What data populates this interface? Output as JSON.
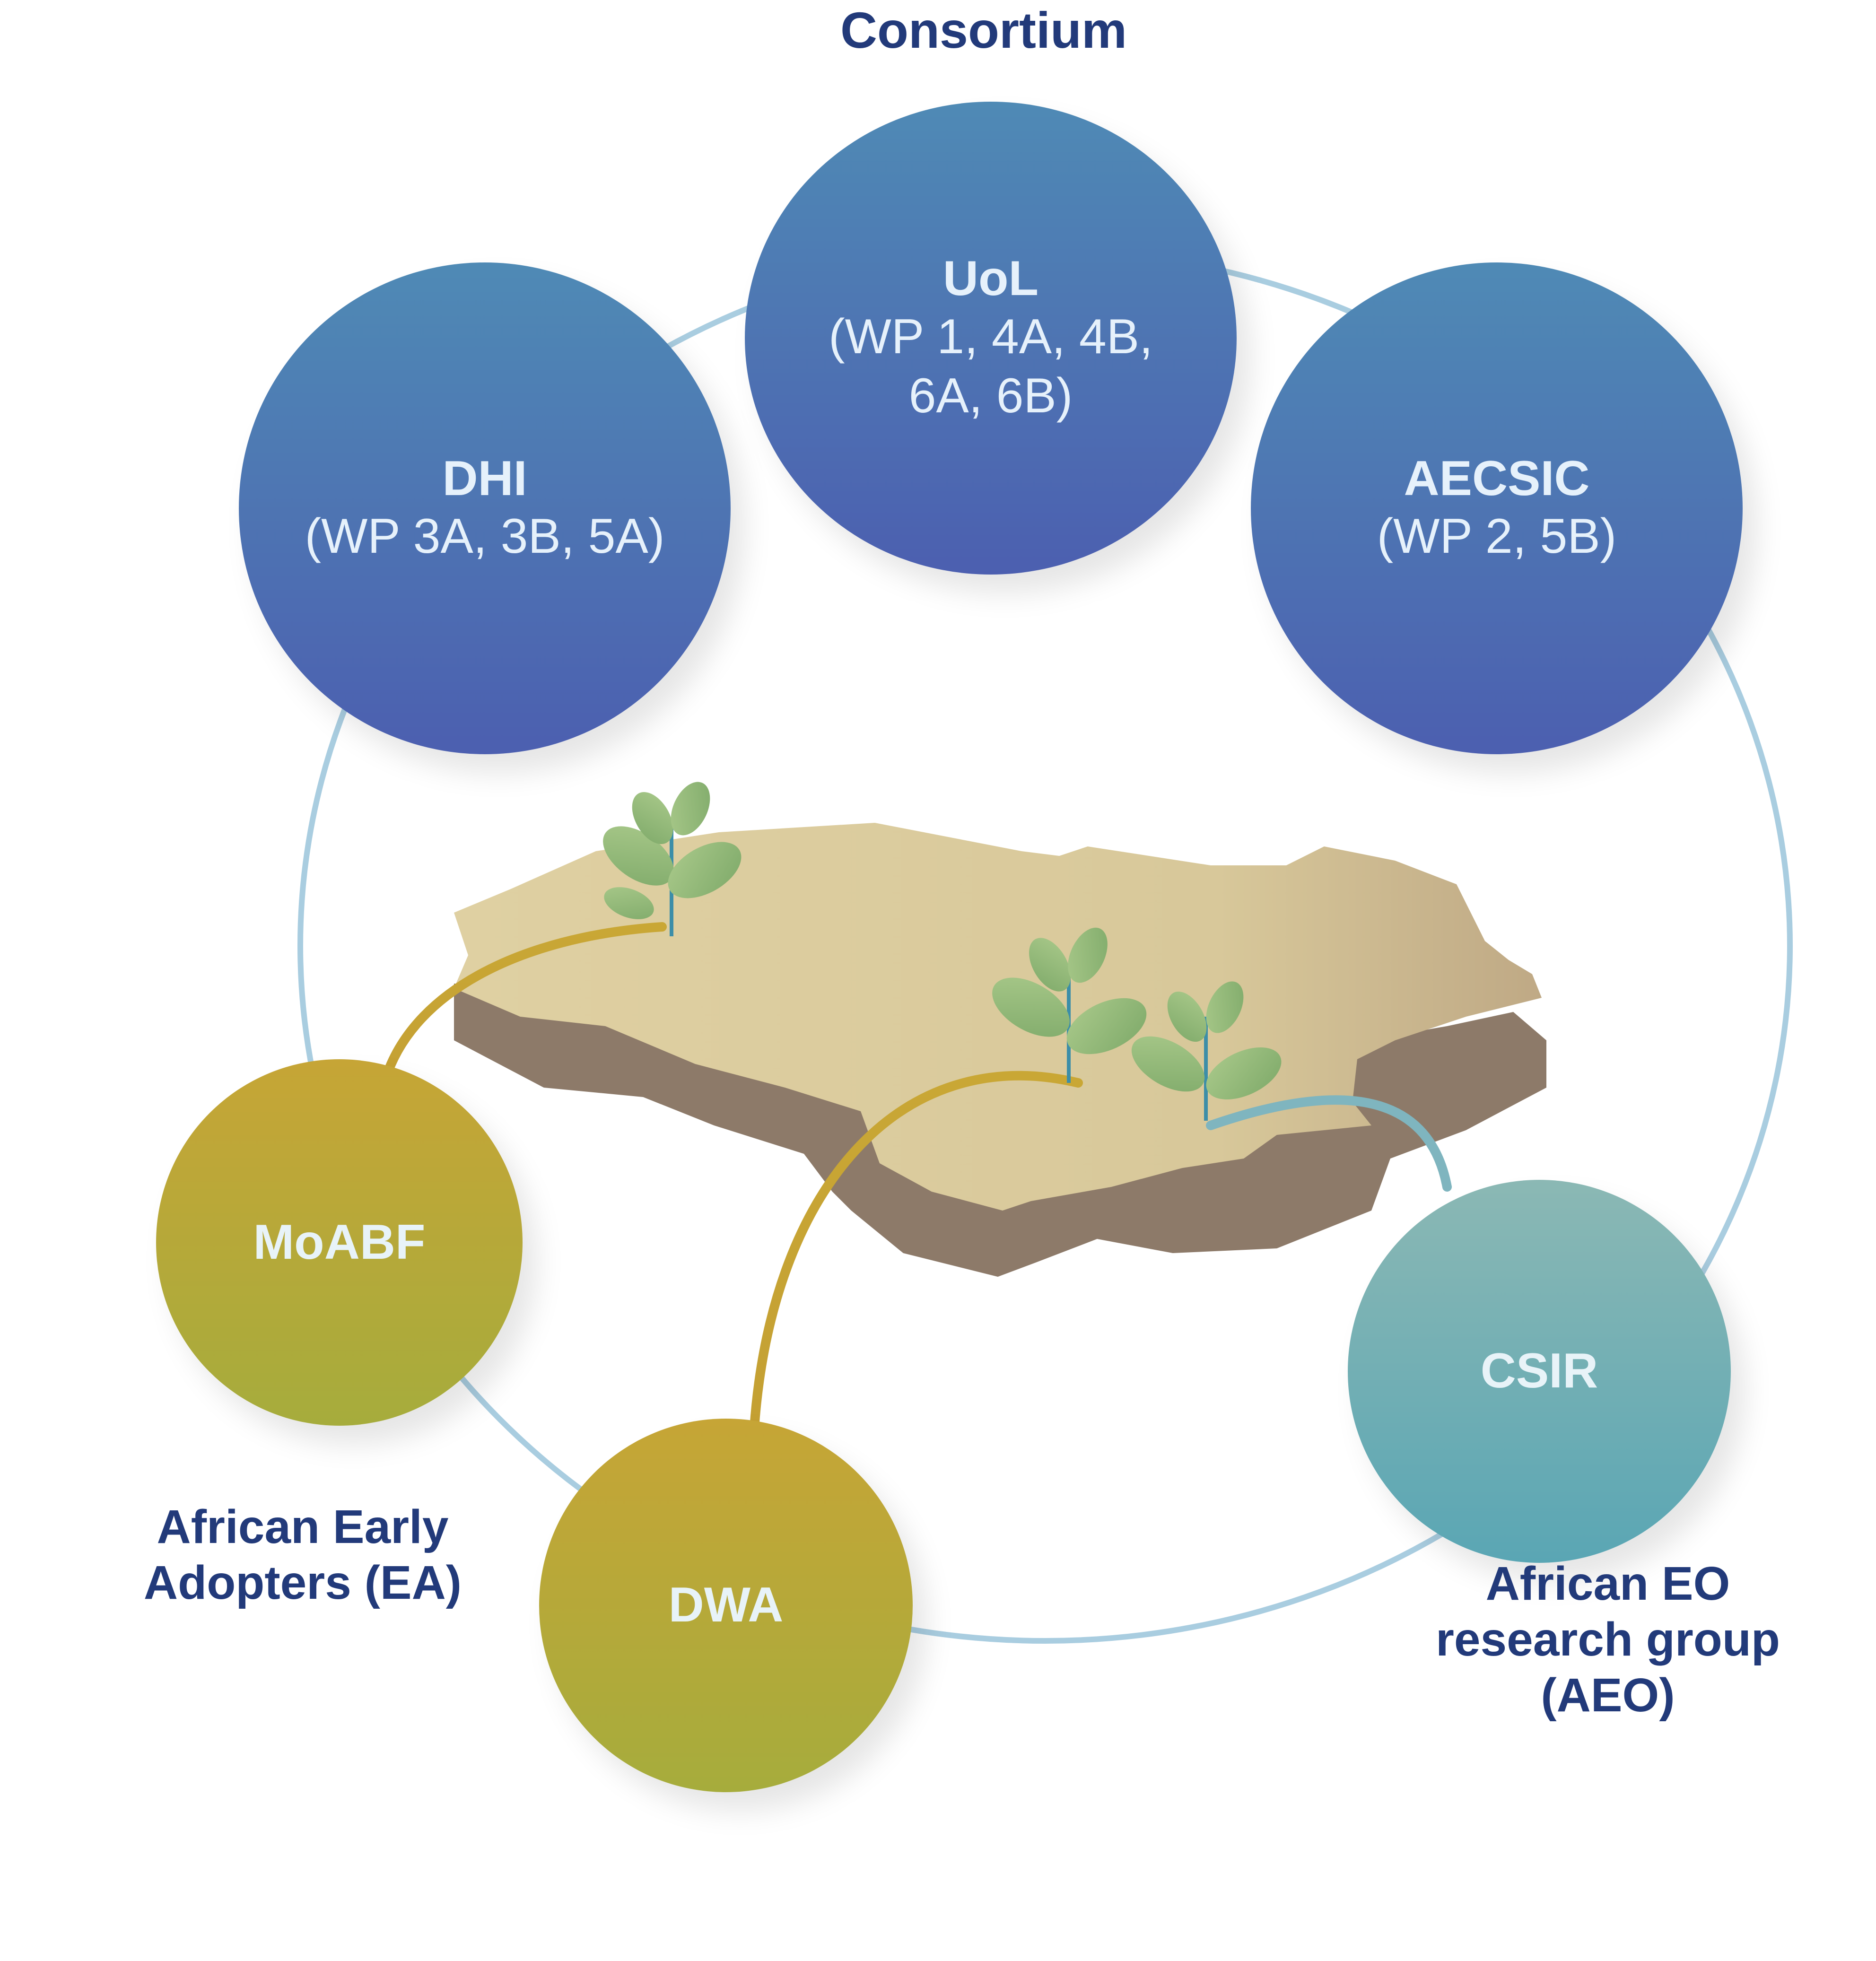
{
  "title": "Consortium",
  "consortium": [
    {
      "name": "UoL",
      "wp": "(WP 1, 4A, 4B, 6A, 6B)"
    },
    {
      "name": "DHI",
      "wp": "(WP 3A, 3B, 5A)"
    },
    {
      "name": "AECSIC",
      "wp": "(WP 2, 5B)"
    }
  ],
  "early_adopters": {
    "label": "African Early Adopters (EA)",
    "members": [
      "MoABF",
      "DWA"
    ]
  },
  "research_group": {
    "label": "African EO research group (AEO)",
    "members": [
      "CSIR"
    ]
  },
  "colors": {
    "consortium_fill_top": "#4f8ab5",
    "consortium_fill_bottom": "#4c5fb0",
    "early_adopter_fill": "#b8a93a",
    "research_fill": "#6aaeb7",
    "ring": "#a9cde0",
    "label_text": "#223a7a",
    "map_top": "#dccc9c",
    "map_side": "#8c7868"
  }
}
